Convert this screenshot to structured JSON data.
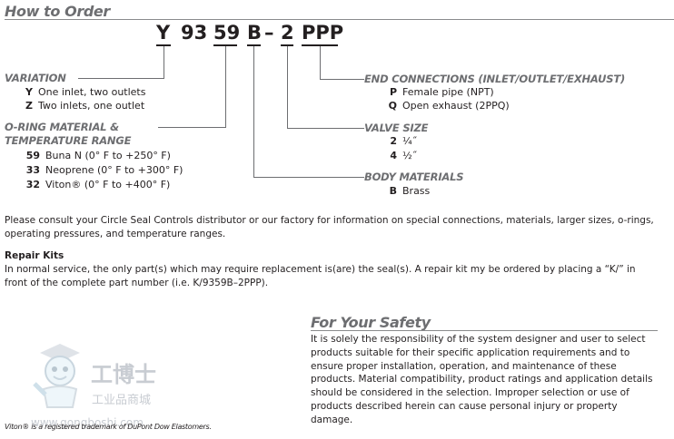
{
  "header": {
    "title": "How to Order"
  },
  "code": {
    "y": "Y",
    "n93": "93",
    "n59": "59",
    "b": "B",
    "dash": "–",
    "n2": "2",
    "ppp": "PPP"
  },
  "variation": {
    "label": "VARIATION",
    "options": [
      {
        "code": "Y",
        "text": "One inlet, two outlets"
      },
      {
        "code": "Z",
        "text": "Two inlets, one outlet"
      }
    ]
  },
  "oring": {
    "label_line1": "O-RING MATERIAL &",
    "label_line2": "TEMPERATURE RANGE",
    "options": [
      {
        "code": "59",
        "text": "Buna N (0° F to +250° F)"
      },
      {
        "code": "33",
        "text": "Neoprene (0° F to +300° F)"
      },
      {
        "code": "32",
        "text": "Viton® (0° F to +400° F)"
      }
    ]
  },
  "end_connections": {
    "label": "END CONNECTIONS (INLET/OUTLET/EXHAUST)",
    "options": [
      {
        "code": "P",
        "text": "Female pipe (NPT)"
      },
      {
        "code": "Q",
        "text": "Open exhaust (2PPQ)"
      }
    ]
  },
  "valve_size": {
    "label": "VALVE SIZE",
    "options": [
      {
        "code": "2",
        "text": "¼˝"
      },
      {
        "code": "4",
        "text": "½˝"
      }
    ]
  },
  "body_materials": {
    "label": "BODY MATERIALS",
    "options": [
      {
        "code": "B",
        "text": "Brass"
      }
    ]
  },
  "consult_text": "Please consult your Circle Seal Controls distributor or our factory for information on special connections, materials, larger sizes, o-rings, operating pressures, and temperature ranges.",
  "repair": {
    "title": "Repair Kits",
    "text": "In normal service, the only part(s) which may require replacement is(are) the seal(s). A repair kit my be ordered by placing a “K/” in front of the complete part number (i.e. K/9359B–2PPP)."
  },
  "safety": {
    "title": "For Your Safety",
    "text": "It is solely the responsibility of the system designer and user to select products suitable for their specific application requirements and to ensure proper installation, operation, and maintenance of these products. Material compatibility, product ratings and application details should be considered in the selection. Improper selection or use of products described herein can cause personal injury or property damage."
  },
  "footnote": "Viton® is a registered trademark of DuPont Dow Elastomers.",
  "watermark": {
    "name": "工博士",
    "sub": "工业品商城",
    "url": "www.gongboshi.com"
  }
}
